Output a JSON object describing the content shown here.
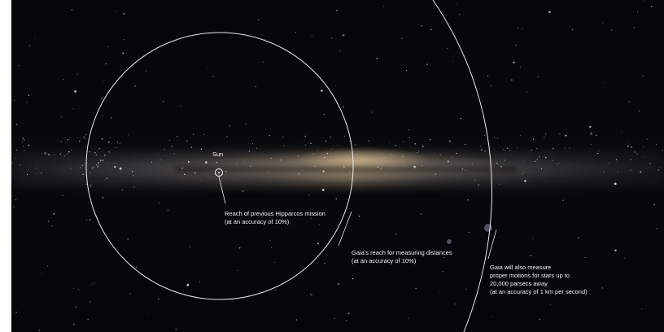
{
  "colors": {
    "sky": "#06070a",
    "circle_stroke": "#e8e8e8",
    "label_text": "#f4f4f4",
    "galactic_core": "#ffe2aa"
  },
  "sun_label": "Sun",
  "annotations": {
    "hipparcos": {
      "line1": "Reach of previous Hipparcos mission",
      "line2": "(at an accuracy of 10%)"
    },
    "gaia_distance": {
      "line1": "Gaia's reach for measuring distances",
      "line2": "(at an accuracy of 10%)"
    },
    "gaia_motion": {
      "line1": "Gaia will also measure",
      "line2": "proper motions for stars up to",
      "line3": "20,000 parsecs away",
      "line4": "(at an accuracy of 1 km per second)"
    }
  },
  "icons": {
    "sun": "sun-symbol-icon"
  }
}
